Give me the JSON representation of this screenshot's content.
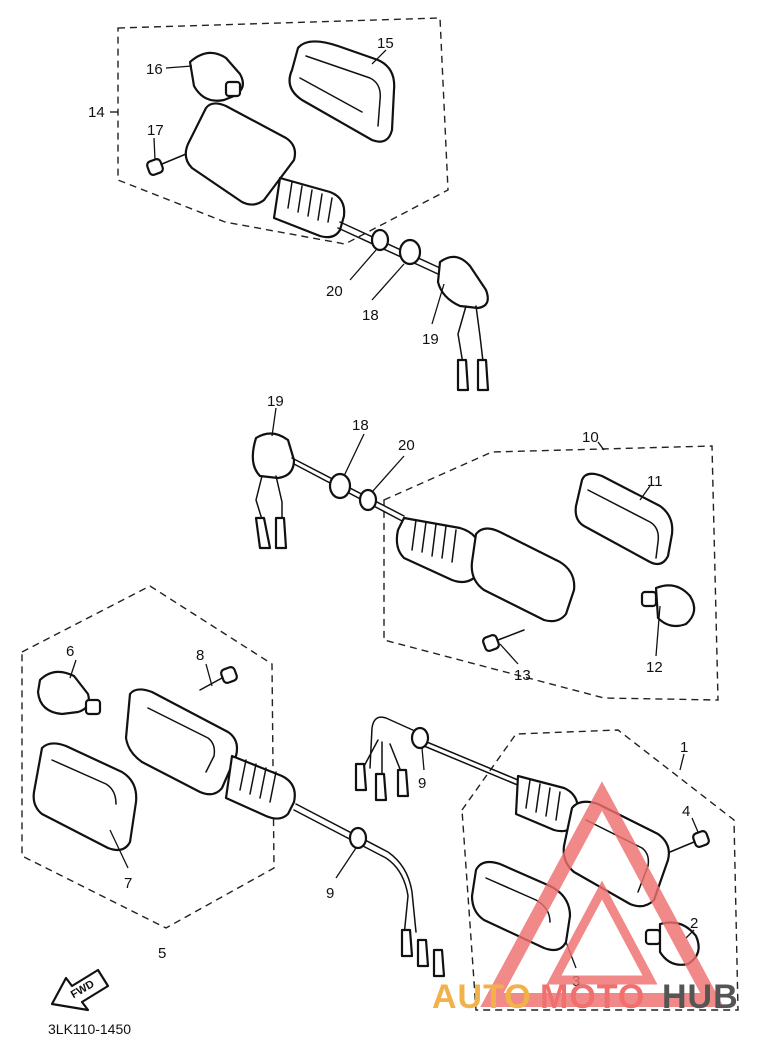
{
  "diagram": {
    "drawing_code": "3LK110-1450",
    "fwd_label": "FWD",
    "callouts": {
      "c1": "1",
      "c2": "2",
      "c3": "3",
      "c4": "4",
      "c5": "5",
      "c6": "6",
      "c7": "7",
      "c8": "8",
      "c9a": "9",
      "c9b": "9",
      "c10": "10",
      "c11": "11",
      "c12": "12",
      "c13": "13",
      "c14": "14",
      "c15": "15",
      "c16": "16",
      "c17": "17",
      "c18a": "18",
      "c18b": "18",
      "c19a": "19",
      "c19b": "19",
      "c20a": "20",
      "c20b": "20"
    }
  },
  "watermark": {
    "word_a": "AUTO",
    "word_b": "MOTO",
    "word_c": "HUB",
    "color_primary": "#f07070",
    "color_secondary": "#f2b24a",
    "color_dark": "#555555"
  }
}
